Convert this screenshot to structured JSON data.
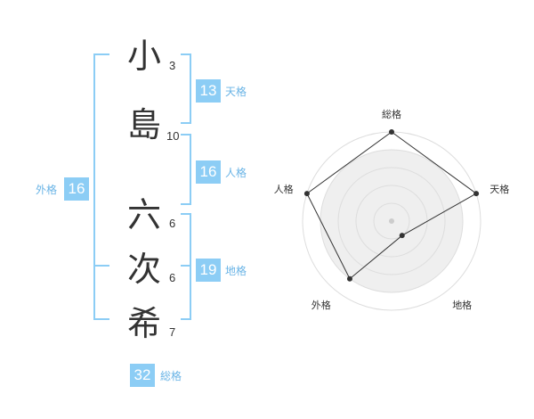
{
  "name_chars": [
    {
      "char": "小",
      "strokes": "3"
    },
    {
      "char": "島",
      "strokes": "10"
    },
    {
      "char": "六",
      "strokes": "6"
    },
    {
      "char": "次",
      "strokes": "6"
    },
    {
      "char": "希",
      "strokes": "7"
    }
  ],
  "fortunes": {
    "tenkaku": {
      "value": "13",
      "label": "天格"
    },
    "jinkaku": {
      "value": "16",
      "label": "人格"
    },
    "chikaku": {
      "value": "19",
      "label": "地格"
    },
    "gaikaku": {
      "value": "16",
      "label": "外格"
    },
    "soukaku": {
      "value": "32",
      "label": "総格"
    }
  },
  "colors": {
    "accent": "#8ccdf5",
    "label": "#6ab4e6",
    "text": "#333333",
    "radar_fill": "#efefef",
    "radar_line": "#333333",
    "ring": "#dddddd"
  },
  "chart_data": {
    "type": "radar",
    "axes": [
      "総格",
      "天格",
      "地格",
      "外格",
      "人格"
    ],
    "values": [
      5,
      5,
      1,
      4,
      5
    ],
    "range": [
      0,
      5
    ],
    "rings": 5
  }
}
